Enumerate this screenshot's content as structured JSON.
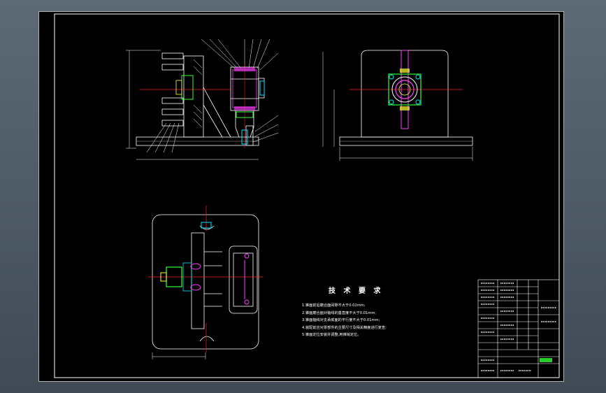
{
  "window": {
    "background_top": "#5d6a75",
    "background_bottom": "#3f4a55",
    "sheet_color": "#000000"
  },
  "colors": {
    "outline": "#ffffff",
    "centerline": "#ff2020",
    "cyan": "#00e5ff",
    "magenta": "#ff40ff",
    "green": "#33ff33",
    "yellow": "#ffff33",
    "dim_red": "#ff3333",
    "title_block_green": "#33ff33"
  },
  "technical_requirements": {
    "title": "技 术 要 求",
    "items": [
      "1.锥面前后磨合面间隙不大于0.02mm;",
      "2.锥面磨合面对轴线的垂直度不大于0.01mm;",
      "3.锥面轴线对支承底面的平行度不大于0.01mm;",
      "4.装配前应对零部件的主要尺寸及相关精度进行复查;",
      "5.锥面定位安装并调整,用锥销定位。"
    ]
  },
  "icons": [
    "side-view-icon",
    "front-view-icon",
    "top-view-icon"
  ]
}
